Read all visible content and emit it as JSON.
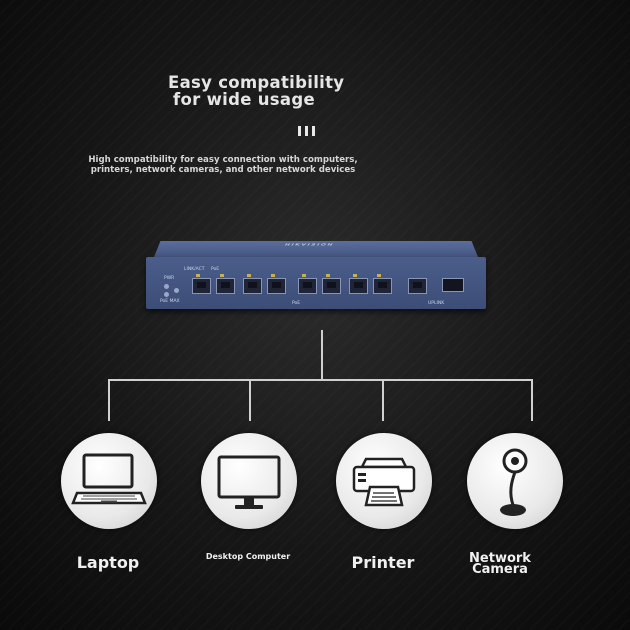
{
  "headline": {
    "line1": "Easy compatibility",
    "line2": "for wide usage"
  },
  "subtext": {
    "line1": "High compatibility for easy connection with computers,",
    "line2": "printers, network cameras, and other network devices"
  },
  "switch": {
    "brand": "HIKVISION",
    "labels": {
      "link_act": "LINK/ACT",
      "poe": "PoE",
      "pwr": "PWR",
      "poe_max": "PoE MAX",
      "ports_poe": "PoE",
      "uplink": "UPLINK"
    }
  },
  "devices": [
    {
      "label": "Laptop",
      "icon": "laptop-icon"
    },
    {
      "label": "Desktop Computer",
      "icon": "desktop-monitor-icon"
    },
    {
      "label": "Printer",
      "icon": "printer-icon"
    },
    {
      "label": "Network\nCamera",
      "icon": "network-camera-icon"
    }
  ],
  "devices_text": {
    "laptop": "Laptop",
    "desktop": "Desktop Computer",
    "printer": "Printer",
    "camera_line1": "Network",
    "camera_line2": "Camera"
  }
}
